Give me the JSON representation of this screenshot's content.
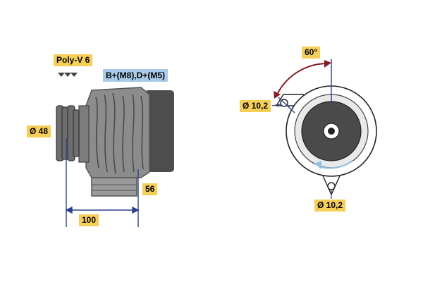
{
  "labels": {
    "belt_type": "Poly-V 6",
    "terminals": "B+(M8),D+(M5)",
    "pulley_diameter": "Ø 48",
    "body_length": "100",
    "mount_width": "56",
    "angle": "60°",
    "hole_top": "Ø 10,2",
    "hole_bottom": "Ø 10,2"
  },
  "colors": {
    "label_yellow": "#f6cf57",
    "label_blue": "#a9cbe9",
    "dimension_blue": "#2b3f8f",
    "angle_red": "#8b1a24",
    "rotation_arrow": "#8fc0e6",
    "body_gray": "#8a8a8a",
    "body_dark": "#4a4a4a"
  },
  "icons": {
    "belt": "poly-v-belt-icon",
    "rotation": "rotation-arrow-icon"
  }
}
